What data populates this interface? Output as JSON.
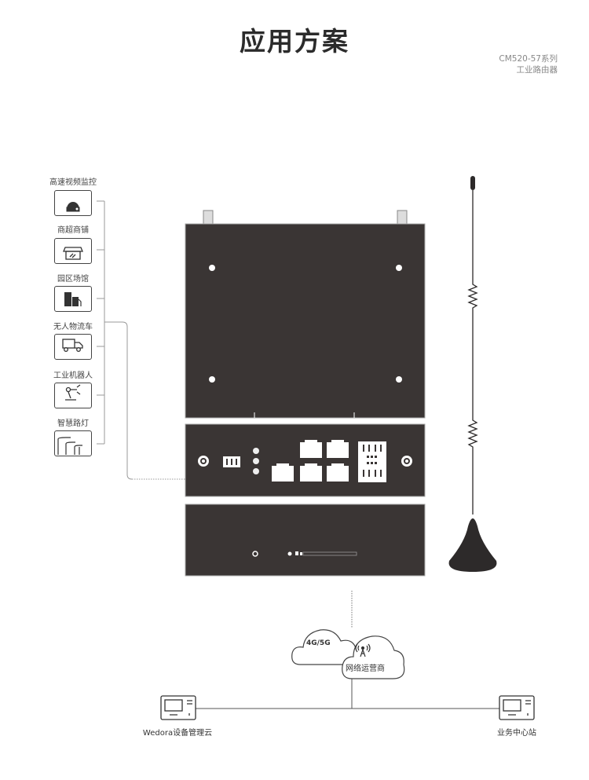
{
  "title": "应用方案",
  "subtitle": {
    "line1": "CM520-57系列",
    "line2": "工业路由器"
  },
  "scenarios": [
    {
      "label": "高速视频监控",
      "icon": "dome-camera-icon"
    },
    {
      "label": "商超商铺",
      "icon": "storefront-icon"
    },
    {
      "label": "园区场馆",
      "icon": "buildings-icon"
    },
    {
      "label": "无人物流车",
      "icon": "truck-icon"
    },
    {
      "label": "工业机器人",
      "icon": "robot-arm-icon"
    },
    {
      "label": "智慧路灯",
      "icon": "street-light-icon"
    }
  ],
  "network": {
    "cloud_1": "4G/5G",
    "cloud_2": "网络运营商",
    "left_node": "Wedora设备管理云",
    "right_node": "业务中心站"
  },
  "colors": {
    "device": "#3a3534",
    "line": "#888888"
  }
}
